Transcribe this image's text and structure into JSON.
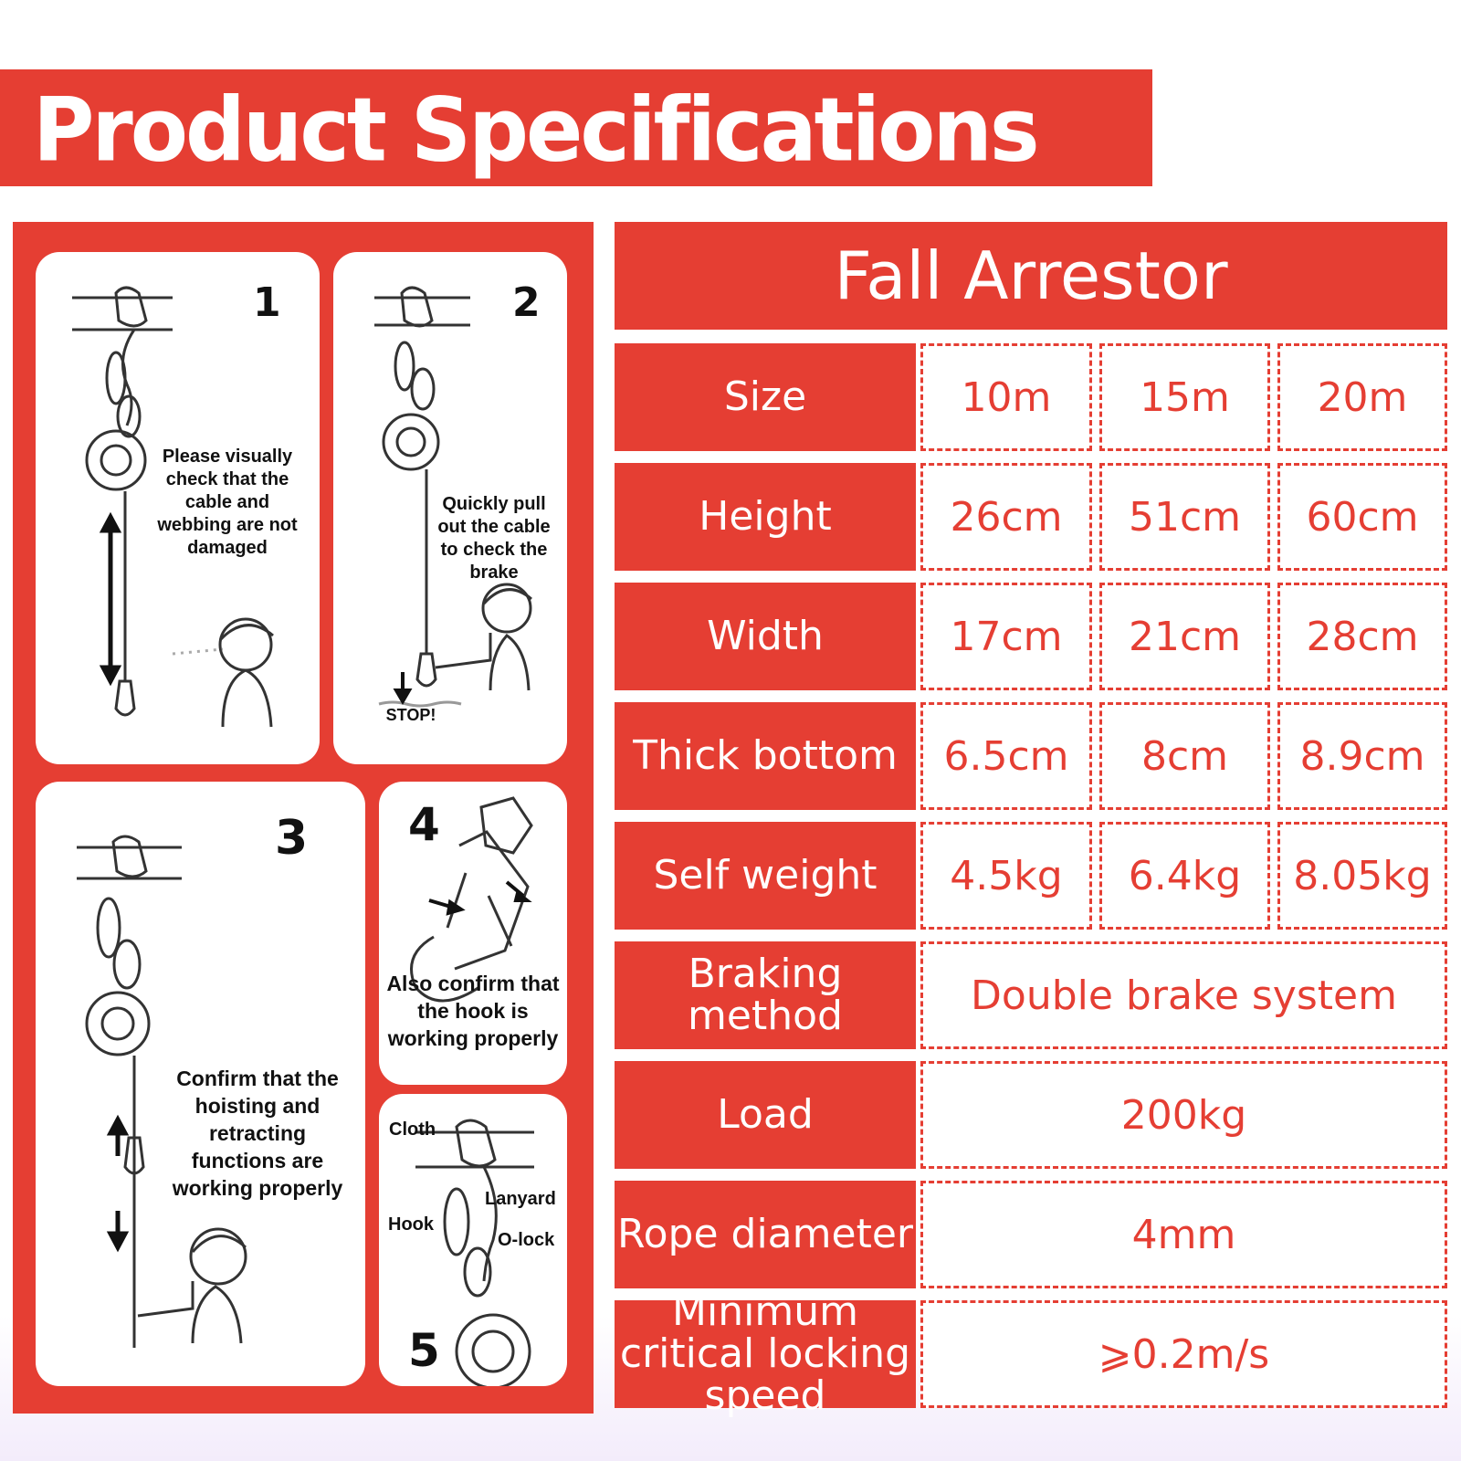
{
  "banner": {
    "title": "Product Specifications"
  },
  "guide": {
    "steps": [
      {
        "number": "1",
        "text": "Please visually check that the cable and webbing are not damaged"
      },
      {
        "number": "2",
        "text": "Quickly pull out the cable to check the brake",
        "stop_label": "STOP!"
      },
      {
        "number": "3",
        "text": "Confirm that the hoisting and retracting functions are working properly"
      },
      {
        "number": "4",
        "text": "Also confirm that the hook is working properly"
      },
      {
        "number": "5",
        "labels": {
          "cloth": "Cloth",
          "lanyard": "Lanyard",
          "hook": "Hook",
          "olock": "O-lock"
        }
      }
    ]
  },
  "spec_table": {
    "title": "Fall Arrestor",
    "rows": [
      {
        "label": "Size",
        "values": [
          "10m",
          "15m",
          "20m"
        ]
      },
      {
        "label": "Height",
        "values": [
          "26cm",
          "51cm",
          "60cm"
        ]
      },
      {
        "label": "Width",
        "values": [
          "17cm",
          "21cm",
          "28cm"
        ]
      },
      {
        "label": "Thick bottom",
        "values": [
          "6.5cm",
          "8cm",
          "8.9cm"
        ]
      },
      {
        "label": "Self weight",
        "values": [
          "4.5kg",
          "6.4kg",
          "8.05kg"
        ]
      },
      {
        "label": "Braking method",
        "value": "Double brake system"
      },
      {
        "label": "Load",
        "value": "200kg"
      },
      {
        "label": "Rope diameter",
        "value": "4mm"
      },
      {
        "label": "Minimum critical locking speed",
        "value": "⩾0.2m/s"
      }
    ]
  },
  "colors": {
    "accent": "#e53e33",
    "text_dark": "#111111",
    "background": "#ffffff"
  }
}
